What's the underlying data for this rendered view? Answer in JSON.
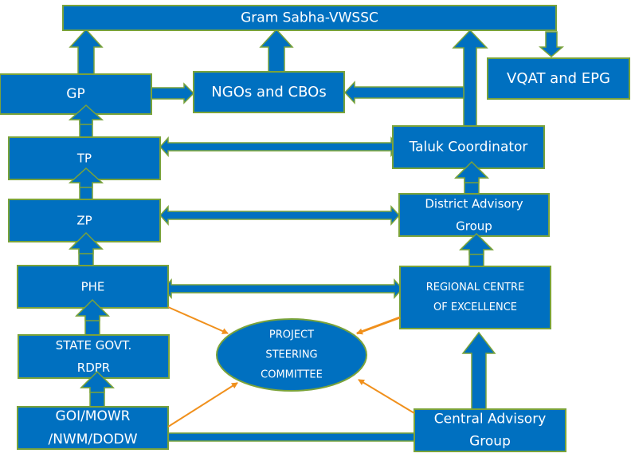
{
  "diagram": {
    "colors": {
      "node_fill": "#0070C0",
      "node_border": "#7AA33A",
      "text": "#FFFFFF",
      "relation_arrow": "#F0901C"
    },
    "nodes": {
      "gram_sabha": {
        "lines": [
          "Gram Sabha-VWSSC"
        ]
      },
      "gp": {
        "lines": [
          "GP"
        ]
      },
      "ngos": {
        "lines": [
          "NGOs and CBOs"
        ]
      },
      "vqat": {
        "lines": [
          "VQAT and EPG"
        ]
      },
      "taluk": {
        "lines": [
          "Taluk Coordinator"
        ]
      },
      "tp": {
        "lines": [
          "TP"
        ]
      },
      "district": {
        "lines": [
          "District Advisory",
          "Group"
        ]
      },
      "zp": {
        "lines": [
          "ZP"
        ]
      },
      "phe": {
        "lines": [
          "PHE"
        ]
      },
      "regional": {
        "lines": [
          "REGIONAL CENTRE",
          "OF EXCELLENCE"
        ]
      },
      "state": {
        "lines": [
          "STATE GOVT.",
          "RDPR"
        ]
      },
      "steering": {
        "lines": [
          "PROJECT",
          "STEERING",
          "COMMITTEE"
        ]
      },
      "goi": {
        "lines": [
          "GOI/MOWR",
          "/NWM/DODW"
        ]
      },
      "central": {
        "lines": [
          "Central Advisory",
          "Group"
        ]
      }
    },
    "edges": [
      {
        "from": "gp",
        "to": "gram_sabha",
        "style": "block"
      },
      {
        "from": "ngos",
        "to": "gram_sabha",
        "style": "block"
      },
      {
        "from": "taluk",
        "to": "gram_sabha",
        "style": "block"
      },
      {
        "from": "gram_sabha",
        "to": "vqat",
        "style": "block"
      },
      {
        "from": "gp",
        "to": "ngos",
        "style": "block"
      },
      {
        "from": "taluk",
        "to": "ngos",
        "style": "block"
      },
      {
        "from": "tp",
        "to": "gp",
        "style": "block"
      },
      {
        "from": "zp",
        "to": "tp",
        "style": "block"
      },
      {
        "from": "phe",
        "to": "zp",
        "style": "block"
      },
      {
        "from": "state",
        "to": "phe",
        "style": "block"
      },
      {
        "from": "goi",
        "to": "state",
        "style": "block"
      },
      {
        "from": "tp",
        "to": "taluk",
        "style": "block-bidirectional"
      },
      {
        "from": "zp",
        "to": "district",
        "style": "block-bidirectional"
      },
      {
        "from": "phe",
        "to": "regional",
        "style": "block-bidirectional"
      },
      {
        "from": "district",
        "to": "taluk",
        "style": "block"
      },
      {
        "from": "regional",
        "to": "district",
        "style": "block"
      },
      {
        "from": "central",
        "to": "regional",
        "style": "block"
      },
      {
        "from": "central",
        "to": "goi",
        "style": "block"
      },
      {
        "from": "phe",
        "to": "steering",
        "style": "thin"
      },
      {
        "from": "regional",
        "to": "steering",
        "style": "thin"
      },
      {
        "from": "goi",
        "to": "steering",
        "style": "thin"
      },
      {
        "from": "central",
        "to": "steering",
        "style": "thin"
      }
    ]
  }
}
